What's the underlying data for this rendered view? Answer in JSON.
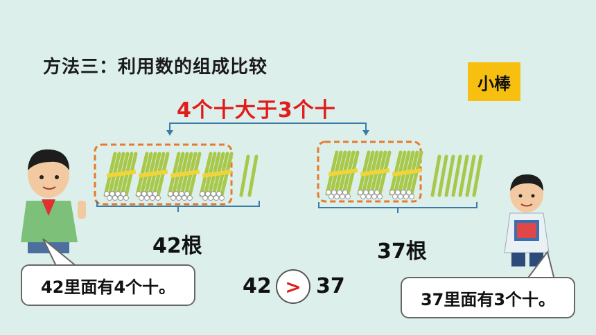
{
  "title": "方法三：利用数的组成比较",
  "tag": "小棒",
  "rule": "4个十大于3个十",
  "left": {
    "count_label": "42根",
    "bundles": 4,
    "singles": 2
  },
  "right": {
    "count_label": "37根",
    "bundles": 3,
    "singles": 7
  },
  "comparison": {
    "left": "42",
    "symbol": ">",
    "right": "37"
  },
  "bubbles": {
    "left": "42里面有4个十。",
    "right": "37里面有3个十。"
  },
  "colors": {
    "accent": "#e21b1b",
    "tag": "#f7c010",
    "dash": "#e8792a",
    "bracket": "#3a7ca5",
    "stick": "#a8c84a"
  }
}
